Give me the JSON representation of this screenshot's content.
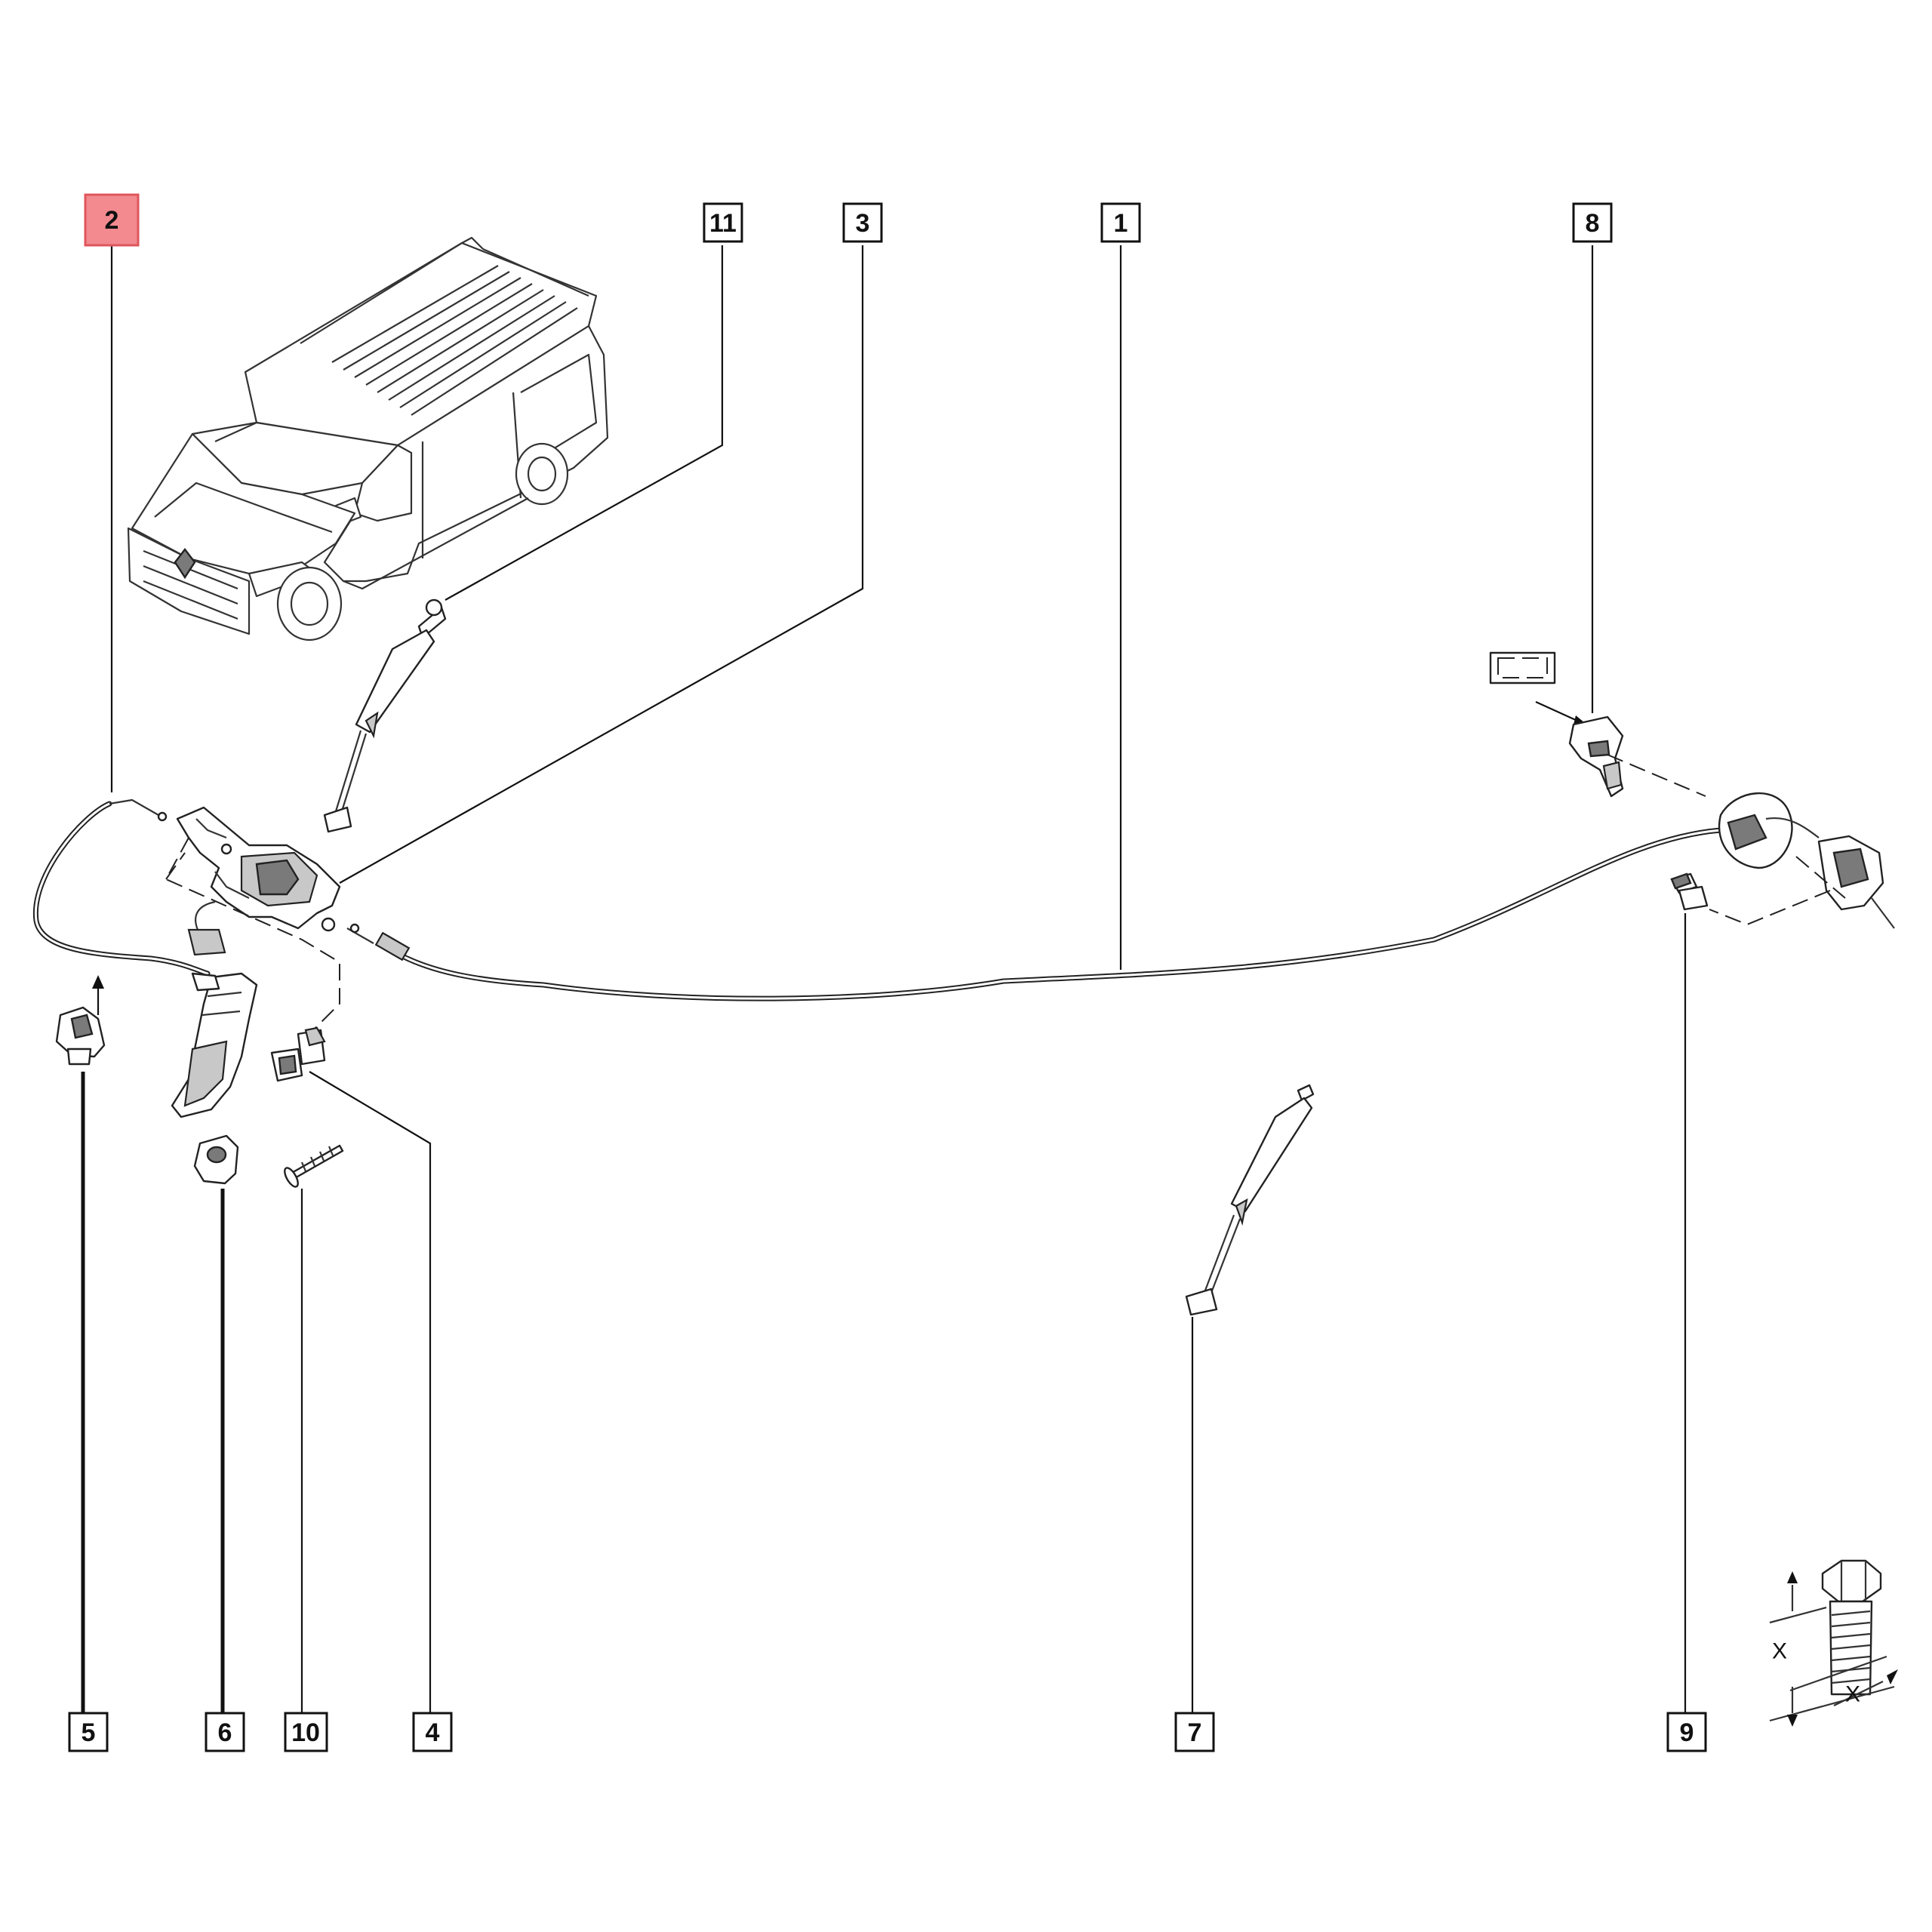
{
  "callouts": [
    {
      "id": "1",
      "label": "1"
    },
    {
      "id": "2",
      "label": "2",
      "highlight": true
    },
    {
      "id": "3",
      "label": "3"
    },
    {
      "id": "4",
      "label": "4"
    },
    {
      "id": "5",
      "label": "5"
    },
    {
      "id": "6",
      "label": "6"
    },
    {
      "id": "7",
      "label": "7"
    },
    {
      "id": "8",
      "label": "8"
    },
    {
      "id": "9",
      "label": "9"
    },
    {
      "id": "10",
      "label": "10"
    },
    {
      "id": "11",
      "label": "11"
    }
  ],
  "detail": {
    "x_label_1": "X",
    "x_label_2": "X"
  },
  "colors": {
    "highlight_fill": "#f28a8f",
    "highlight_stroke": "#e0555c",
    "line": "#111111"
  },
  "icons": {
    "vehicle": "van-icon",
    "gas_strut": "gas-strut-icon",
    "latch": "hood-latch-icon",
    "handle": "release-handle-icon",
    "clip": "clip-icon",
    "bolt": "bolt-icon",
    "screw": "screw-icon"
  }
}
